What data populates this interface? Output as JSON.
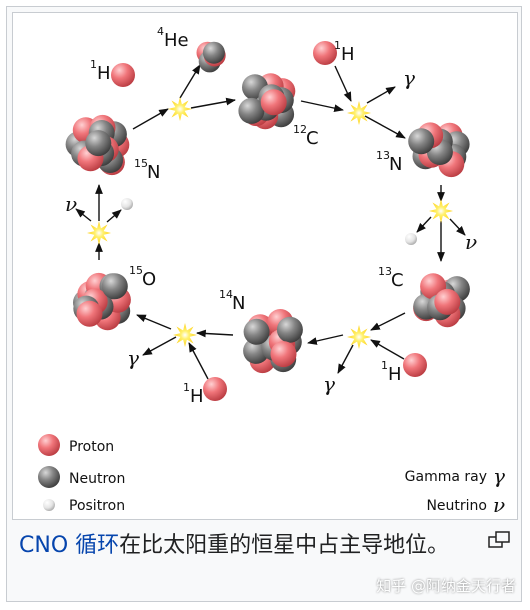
{
  "diagram": {
    "nuclei": {
      "c12": {
        "mass": "12",
        "symbol": "C"
      },
      "n13": {
        "mass": "13",
        "symbol": "N"
      },
      "c13": {
        "mass": "13",
        "symbol": "C"
      },
      "n14": {
        "mass": "14",
        "symbol": "N"
      },
      "o15": {
        "mass": "15",
        "symbol": "O"
      },
      "n15": {
        "mass": "15",
        "symbol": "N"
      },
      "he4": {
        "mass": "4",
        "symbol": "He"
      }
    },
    "hydrogen": {
      "mass": "1",
      "symbol": "H"
    },
    "gamma_symbol": "γ",
    "neutrino_symbol": "ν",
    "legend": {
      "proton": "Proton",
      "neutron": "Neutron",
      "positron": "Positron",
      "gamma": "Gamma ray",
      "neutrino": "Neutrino"
    },
    "colors": {
      "proton": "#f0757a",
      "neutron": "#808080",
      "positron": "#dddddd",
      "flash": "#ffd21f"
    }
  },
  "caption": {
    "link": "CNO 循环",
    "text": "在比太阳重的恒星中占主导地位。"
  },
  "icons": {
    "enlarge": "enlarge-icon"
  },
  "watermark": "知乎 @阿纳金天行者"
}
